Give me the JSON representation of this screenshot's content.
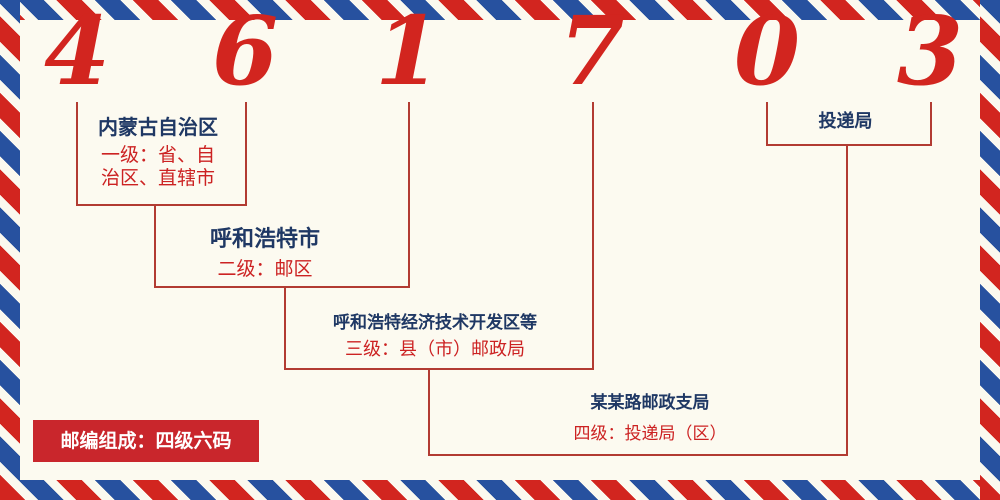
{
  "postal_code": {
    "digits": [
      "4",
      "6",
      "1",
      "7",
      "0",
      "3"
    ]
  },
  "levels": [
    {
      "name": "内蒙古自治区",
      "desc1": "一级：省、自",
      "desc2": "治区、直辖市"
    },
    {
      "name": "呼和浩特市",
      "desc1": "二级：邮区"
    },
    {
      "name": "呼和浩特经济技术开发区等",
      "desc1": "三级：县（市）邮政局"
    },
    {
      "name": "某某路邮政支局",
      "desc1": "四级：投递局（区）"
    }
  ],
  "delivery": {
    "label": "投递局"
  },
  "footer": {
    "badge_text": "邮编组成：四级六码"
  },
  "colors": {
    "digit_red": "#d2251f",
    "stripe_blue": "#27519f",
    "line_red": "#b23b32",
    "label_navy": "#1f3864",
    "label_red": "#cc2222",
    "badge_bg": "#c9262c",
    "background": "#fcfaf0"
  }
}
